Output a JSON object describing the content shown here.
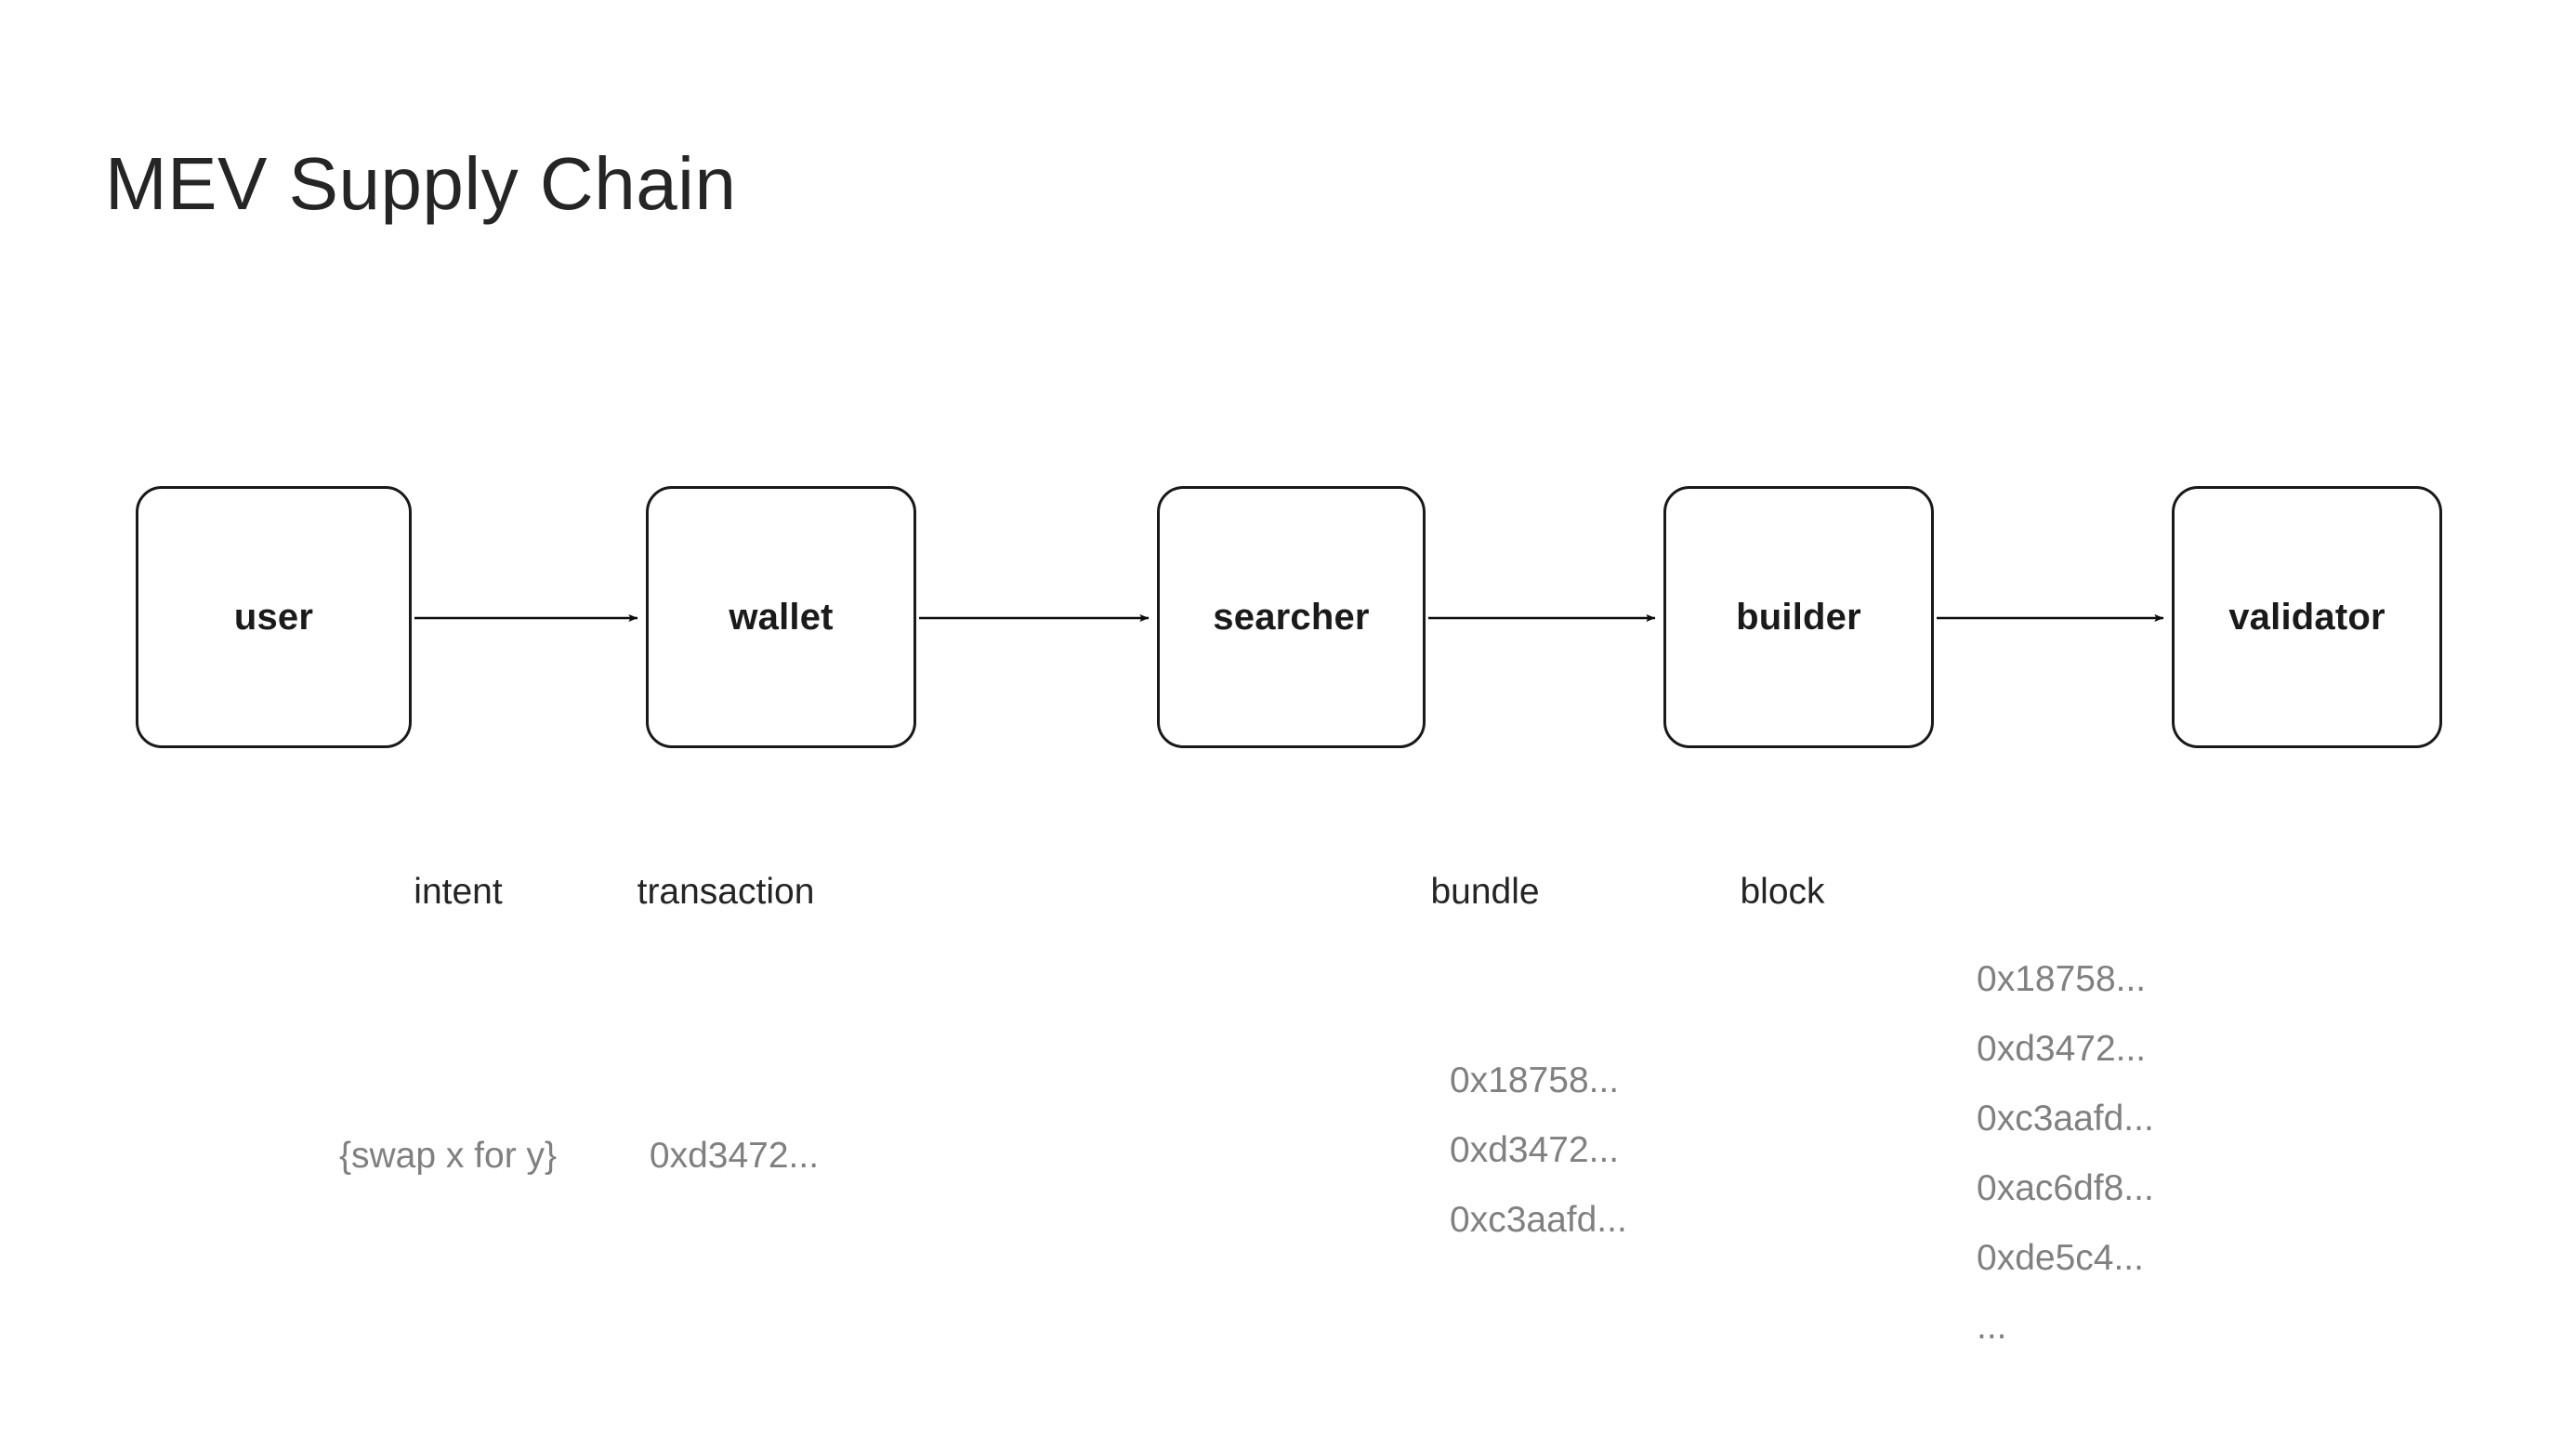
{
  "title": "MEV Supply Chain",
  "colors": {
    "background": "#ffffff",
    "node_stroke": "#191919",
    "node_fill": "#ffffff",
    "node_text": "#1a1a1a",
    "title_text": "#252525",
    "edge_label_text": "#242424",
    "payload_text": "#808080",
    "arrow": "#0d0d0d"
  },
  "diagram": {
    "type": "flow",
    "orientation": "left-to-right",
    "nodes": [
      {
        "id": "user",
        "label": "user"
      },
      {
        "id": "wallet",
        "label": "wallet"
      },
      {
        "id": "searcher",
        "label": "searcher"
      },
      {
        "id": "builder",
        "label": "builder"
      },
      {
        "id": "validator",
        "label": "validator"
      }
    ],
    "edges": [
      {
        "from": "user",
        "to": "wallet",
        "label": "intent"
      },
      {
        "from": "wallet",
        "to": "searcher",
        "label": "transaction"
      },
      {
        "from": "searcher",
        "to": "builder",
        "label": "bundle"
      },
      {
        "from": "builder",
        "to": "validator",
        "label": "block"
      }
    ],
    "payloads": [
      {
        "for_edge": "intent",
        "lines": [
          "{swap x for y}"
        ]
      },
      {
        "for_edge": "transaction",
        "lines": [
          "0xd3472..."
        ]
      },
      {
        "for_edge": "bundle",
        "lines": [
          "0x18758...",
          "0xd3472...",
          "0xc3aafd..."
        ]
      },
      {
        "for_edge": "block",
        "lines": [
          "0x18758...",
          "0xd3472...",
          "0xc3aafd...",
          "0xac6df8...",
          "0xde5c4...",
          "..."
        ]
      }
    ]
  }
}
